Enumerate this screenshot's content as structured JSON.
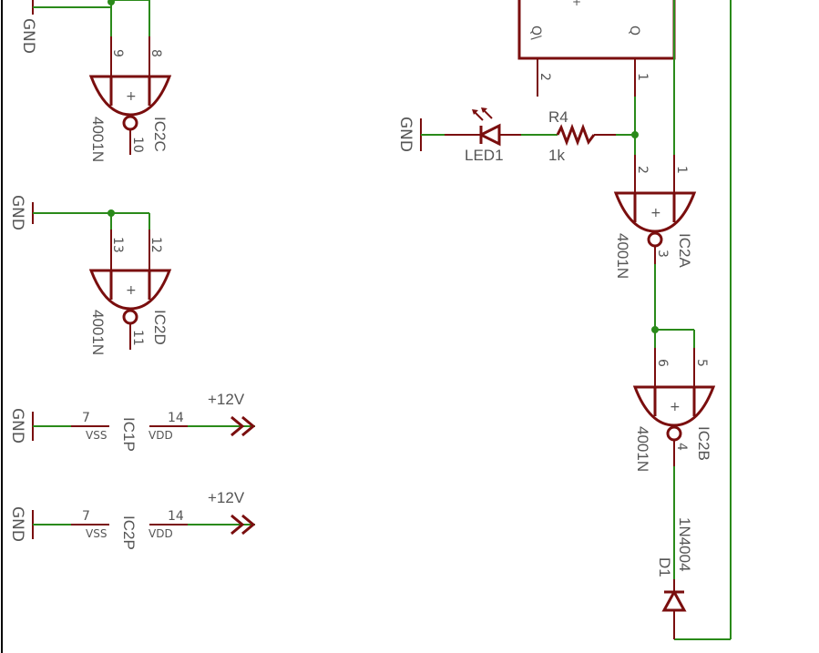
{
  "components": {
    "ic2c": {
      "ref": "IC2C",
      "part": "4001N",
      "pin_in_a": "9",
      "pin_in_b": "8",
      "pin_out": "10",
      "plus": "+"
    },
    "ic2d": {
      "ref": "IC2D",
      "part": "4001N",
      "pin_in_a": "13",
      "pin_in_b": "12",
      "pin_out": "11",
      "plus": "+",
      "gnd": "GND"
    },
    "ic2a": {
      "ref": "IC2A",
      "part": "4001N",
      "pin_in_a": "2",
      "pin_in_b": "1",
      "pin_out": "3",
      "plus": "+"
    },
    "ic2b": {
      "ref": "IC2B",
      "part": "4001N",
      "pin_in_a": "6",
      "pin_in_b": "5",
      "pin_out": "4",
      "plus": "+"
    },
    "ic1p": {
      "ref": "IC1P",
      "pin_vss": "7",
      "pin_vdd": "14",
      "vss": "VSS",
      "vdd": "VDD",
      "gnd": "GND",
      "supply": "+12V"
    },
    "ic2p": {
      "ref": "IC2P",
      "pin_vss": "7",
      "pin_vdd": "14",
      "vss": "VSS",
      "vdd": "VDD",
      "gnd": "GND",
      "supply": "+12V"
    },
    "flipflop": {
      "q_label": "Q",
      "qbar_label": "Q\\",
      "pin_q": "1",
      "pin_qbar": "2",
      "plus": "+"
    },
    "led1": {
      "ref": "LED1",
      "gnd": "GND"
    },
    "r4": {
      "ref": "R4",
      "value": "1k"
    },
    "d1": {
      "ref": "D1",
      "part": "1N4004"
    },
    "top_left_gnd": "GND"
  },
  "colors": {
    "wire": "#2a8a1a",
    "body": "#7a0e0e",
    "text": "#555555"
  }
}
